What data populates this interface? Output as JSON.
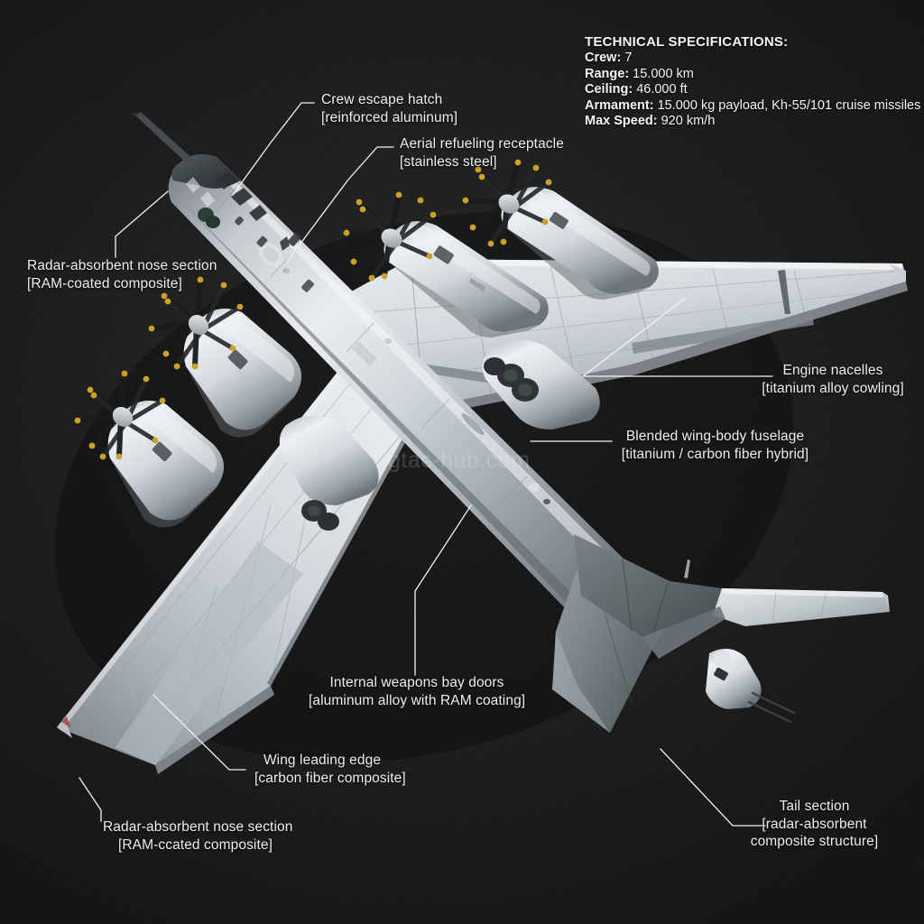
{
  "background_color": "#1e1e1e",
  "label_color": "#eceff1",
  "leader_color": "#f2f2f2",
  "watermark": "gtac-hub.com",
  "specs": {
    "title": "TECHNICAL SPECIFICATIONS:",
    "rows": [
      {
        "key": "Crew:",
        "value": "7"
      },
      {
        "key": "Range:",
        "value": "15.000 km"
      },
      {
        "key": "Ceiling:",
        "value": "46.000 ft"
      },
      {
        "key": "Armament:",
        "value": "15.000 kg payload, Kh-55/101 cruise missiles"
      },
      {
        "key": "Max Speed:",
        "value": "920 km/h"
      }
    ]
  },
  "callouts": [
    {
      "id": "crew-escape-hatch",
      "line1": "Crew escape hatch",
      "line2": "[reinforced aluminum]"
    },
    {
      "id": "aerial-refueling-receptacle",
      "line1": "Aerial refueling receptacle",
      "line2": "[stainless steel]"
    },
    {
      "id": "radar-absorbent-nose-upper",
      "line1": "Radar-absorbent nose section",
      "line2": "[RAM-coated composite]"
    },
    {
      "id": "engine-nacelles",
      "line1": "Engine nacelles",
      "line2": "[titanium alloy cowling]"
    },
    {
      "id": "blended-wing-body-fuselage",
      "line1": "Blended wing-body fuselage",
      "line2": "[titanium / carbon fiber hybrid]"
    },
    {
      "id": "internal-weapons-bay-doors",
      "line1": "Internal weapons bay doors",
      "line2": "[aluminum alloy with RAM coating]"
    },
    {
      "id": "wing-leading-edge",
      "line1": "Wing leading edge",
      "line2": "[carbon fiber composite]"
    },
    {
      "id": "radar-absorbent-nose-lower",
      "line1": "Radar-absorbent nose section",
      "line2": "[RAM-ccated composite]"
    },
    {
      "id": "tail-section",
      "line1": "Tail section",
      "line2": "[radar-absorbent",
      "line3": "composite structure]"
    }
  ]
}
